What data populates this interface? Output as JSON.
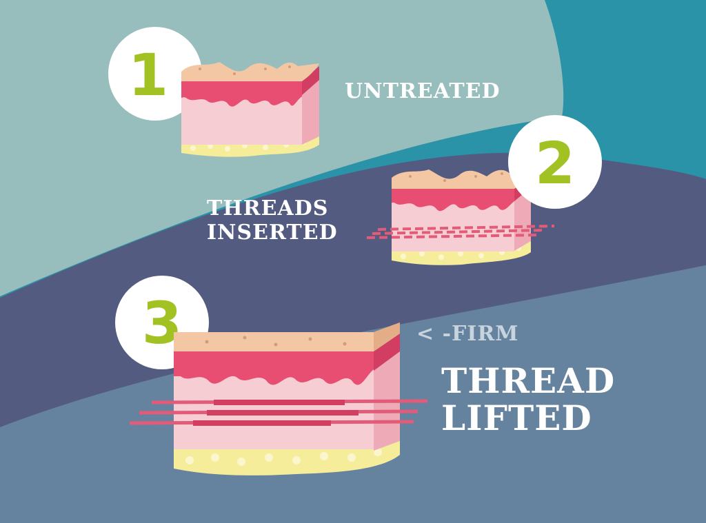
{
  "colors": {
    "teal_bg": "#2a93a8",
    "pale_teal_band": "#98bdbd",
    "navy_band": "#545b80",
    "slate_band": "#65839f",
    "skin_surface": "#f3c7a3",
    "epidermis_red": "#e74e72",
    "dermis_pink": "#f7cdd4",
    "fat_yellow": "#f6ed9a",
    "thread_red": "#e25b78",
    "number_green": "#a2c224",
    "circle_white": "#ffffff"
  },
  "steps": [
    {
      "number": "1",
      "label_lines": [
        "UNTREATED"
      ],
      "stage": "untreated"
    },
    {
      "number": "2",
      "label_lines": [
        "THREADS",
        "INSERTED"
      ],
      "stage": "threads-inserted"
    },
    {
      "number": "3",
      "label_lines": [
        "THREAD",
        "LIFTED"
      ],
      "stage": "thread-lifted"
    }
  ],
  "firm_note": "< -FIRM"
}
